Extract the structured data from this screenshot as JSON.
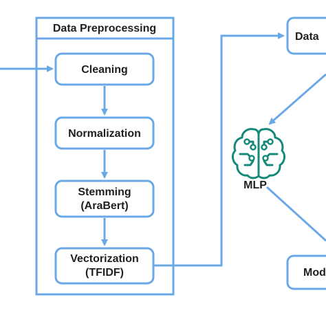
{
  "colors": {
    "stroke": "#6aa8e6",
    "icon": "#15897a",
    "text": "#1f1f1f",
    "background": "#ffffff"
  },
  "panel": {
    "title": "Data Preprocessing"
  },
  "steps": [
    {
      "line1": "Cleaning",
      "line2": ""
    },
    {
      "line1": "Normalization",
      "line2": ""
    },
    {
      "line1": "Stemming",
      "line2": "(AraBert)"
    },
    {
      "line1": "Vectorization",
      "line2": "(TFIDF)"
    }
  ],
  "right_boxes": {
    "top_label": "Data",
    "bottom_label": "Mod"
  },
  "model": {
    "label": "MLP",
    "icon": "brain-circuit-icon"
  }
}
